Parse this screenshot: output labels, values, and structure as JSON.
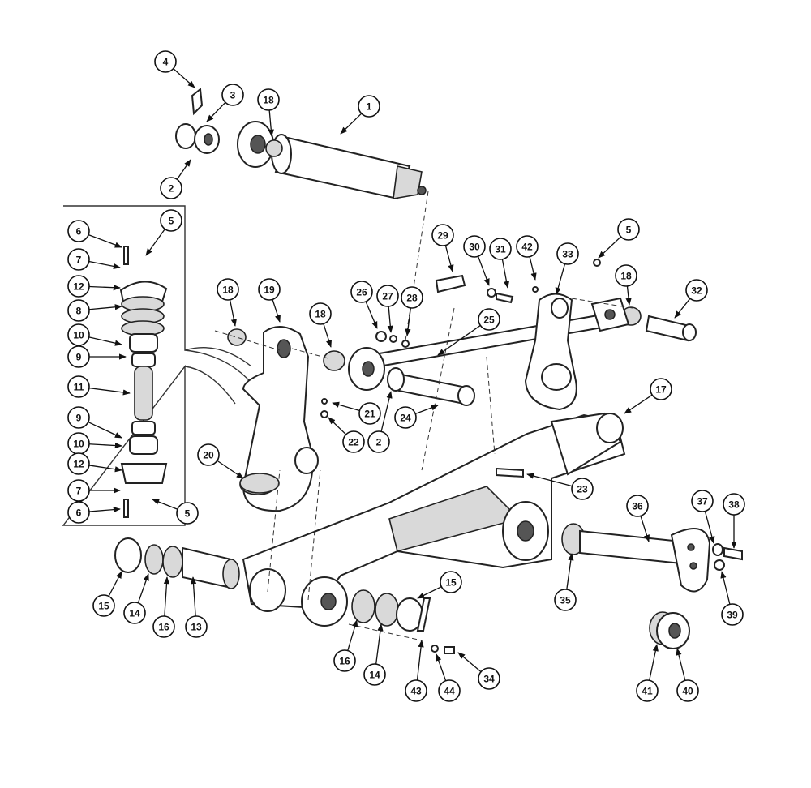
{
  "callouts": [
    {
      "label": "1"
    },
    {
      "label": "2"
    },
    {
      "label": "3"
    },
    {
      "label": "4"
    },
    {
      "label": "18"
    },
    {
      "label": "6"
    },
    {
      "label": "5"
    },
    {
      "label": "7"
    },
    {
      "label": "12"
    },
    {
      "label": "8"
    },
    {
      "label": "10"
    },
    {
      "label": "9"
    },
    {
      "label": "11"
    },
    {
      "label": "9"
    },
    {
      "label": "10"
    },
    {
      "label": "12"
    },
    {
      "label": "7"
    },
    {
      "label": "6"
    },
    {
      "label": "5"
    },
    {
      "label": "18"
    },
    {
      "label": "19"
    },
    {
      "label": "18"
    },
    {
      "label": "26"
    },
    {
      "label": "27"
    },
    {
      "label": "28"
    },
    {
      "label": "29"
    },
    {
      "label": "30"
    },
    {
      "label": "31"
    },
    {
      "label": "42"
    },
    {
      "label": "33"
    },
    {
      "label": "5"
    },
    {
      "label": "18"
    },
    {
      "label": "32"
    },
    {
      "label": "25"
    },
    {
      "label": "21"
    },
    {
      "label": "22"
    },
    {
      "label": "24"
    },
    {
      "label": "2"
    },
    {
      "label": "17"
    },
    {
      "label": "20"
    },
    {
      "label": "23"
    },
    {
      "label": "15"
    },
    {
      "label": "14"
    },
    {
      "label": "16"
    },
    {
      "label": "13"
    },
    {
      "label": "15"
    },
    {
      "label": "16"
    },
    {
      "label": "14"
    },
    {
      "label": "43"
    },
    {
      "label": "44"
    },
    {
      "label": "34"
    },
    {
      "label": "36"
    },
    {
      "label": "37"
    },
    {
      "label": "38"
    },
    {
      "label": "35"
    },
    {
      "label": "39"
    },
    {
      "label": "41"
    },
    {
      "label": "40"
    }
  ]
}
